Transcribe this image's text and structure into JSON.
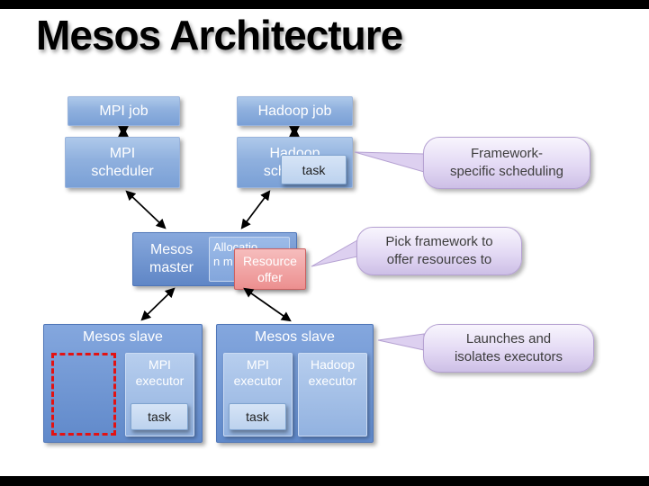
{
  "title": "Mesos Architecture",
  "nodes": {
    "mpi_job": "MPI job",
    "hadoop_job": "Hadoop job",
    "mpi_scheduler": "MPI\nscheduler",
    "hadoop_scheduler": "Hadoop\nscheduler",
    "scheduler_task": "task",
    "mesos_master": "Mesos\nmaster",
    "allocation_module": "Allocatio\nn m",
    "resource_offer": "Resource\noffer",
    "slave_left_label": "Mesos slave",
    "slave_right_label": "Mesos slave",
    "mpi_executor_left": "MPI\nexecutor",
    "task_left": "task",
    "mpi_executor_right": "MPI\nexecutor",
    "task_right": "task",
    "hadoop_executor": "Hadoop\nexecutor"
  },
  "callouts": {
    "framework_scheduling": "Framework-\nspecific scheduling",
    "pick_framework": "Pick framework to\noffer resources to",
    "launches_executors": "Launches and\nisolates executors"
  },
  "edges": [
    {
      "from": "MPI job",
      "to": "MPI scheduler",
      "style": "double-arrow"
    },
    {
      "from": "Hadoop job",
      "to": "Hadoop scheduler",
      "style": "double-arrow"
    },
    {
      "from": "MPI scheduler",
      "to": "Mesos master",
      "style": "double-arrow"
    },
    {
      "from": "Hadoop scheduler",
      "to": "Mesos master",
      "style": "double-arrow"
    },
    {
      "from": "Mesos master",
      "to": "Mesos slave (left)",
      "style": "double-arrow"
    },
    {
      "from": "Mesos master",
      "to": "Mesos slave (right)",
      "style": "double-arrow"
    }
  ],
  "colors": {
    "box_blue": "#8fb0de",
    "master_blue": "#5f86c6",
    "task_fill": "#cfe0f4",
    "offer_pink": "#ec8f8f",
    "callout_purple": "#d9cbee",
    "dashed_red": "#e31212",
    "arrow": "#000000"
  }
}
